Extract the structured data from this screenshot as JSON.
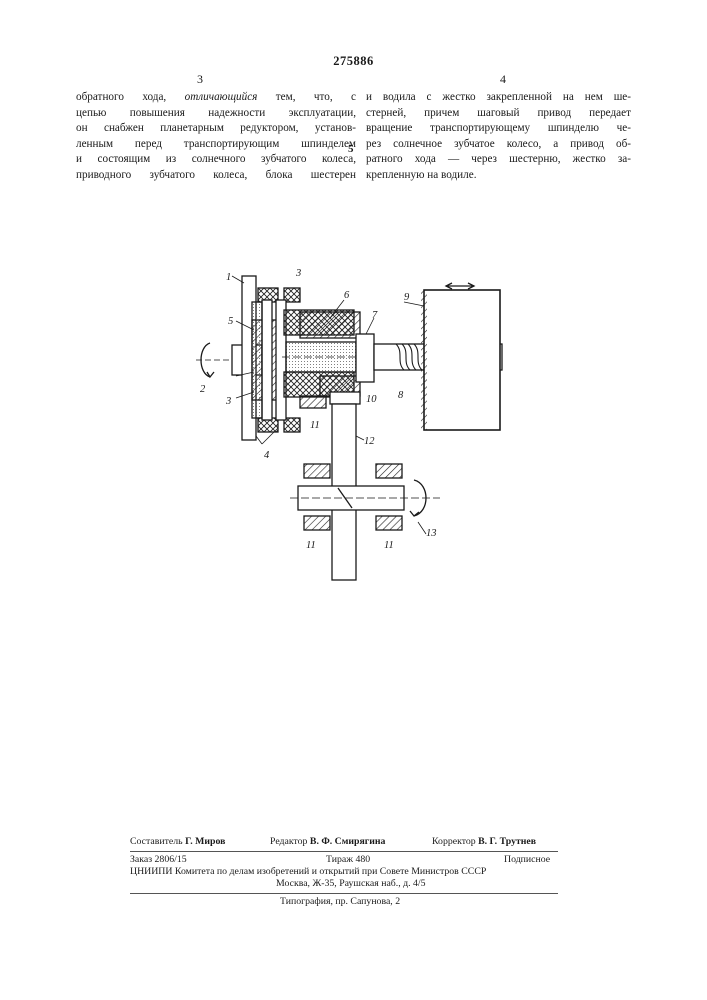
{
  "patent_number": "275886",
  "col_left_number": "3",
  "col_right_number": "4",
  "line_marker": "5",
  "left_column_lines": [
    "обратного хода,",
    "цепью повышения надежности эксплуатации,",
    "он снабжен планетарным редуктором, установ-",
    "ленным перед транспортирующим шпинделем",
    "и состоящим из солнечного  зубчатого колеса,",
    "приводного зубчатого колеса, блока шестерен"
  ],
  "left_first_line": {
    "prefix": "обратного хода,",
    "emphasis": "отличающийся",
    "suffix": "тем, что, с"
  },
  "right_column_lines": [
    "и водила с жестко закрепленной  на нем ше-",
    "стерней, причем шаговый  привод  передает",
    "вращение транспортирующему  шпинделю че-",
    "рез солнечное зубчатое колесо, а привод об-",
    "ратного хода — через шестерню,  жестко за-",
    "крепленную на водиле."
  ],
  "figure_labels": [
    "1",
    "2",
    "3",
    "3",
    "4",
    "5",
    "6",
    "7",
    "8",
    "9",
    "10",
    "11",
    "11",
    "11",
    "12",
    "13"
  ],
  "footer": {
    "compiler_label": "Составитель",
    "compiler_name": "Г. Миров",
    "editor_label": "Редактор",
    "editor_name": "В. Ф. Смирягина",
    "corrector_label": "Корректор",
    "corrector_name": "В. Г. Трутнев",
    "order": "Заказ 2806/15",
    "circulation": "Тираж 480",
    "subscription": "Подписное",
    "org_line": "ЦНИИПИ Комитета по делам изобретений и открытий при Совете Министров СССР",
    "address": "Москва, Ж-35, Раушская наб., д. 4/5",
    "printer": "Типография, пр. Сапунова, 2"
  }
}
